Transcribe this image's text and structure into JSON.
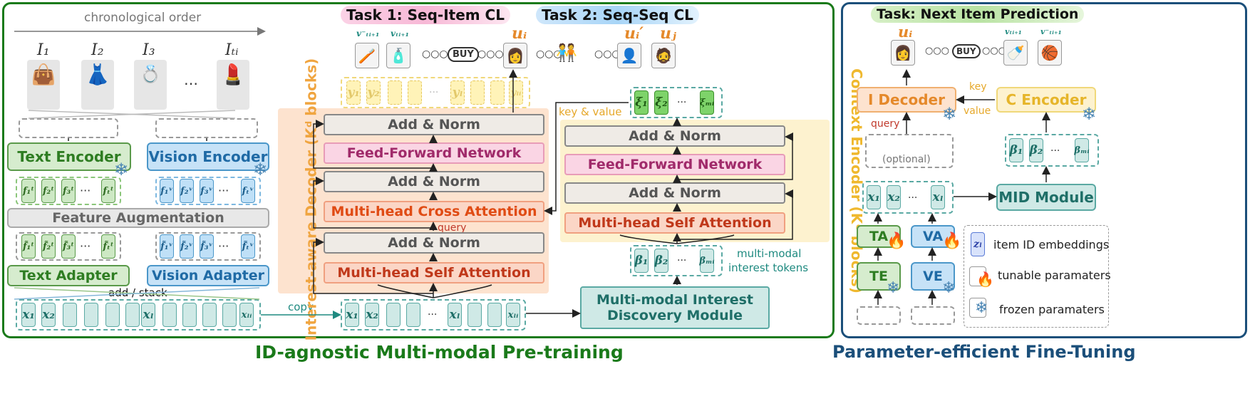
{
  "left_panel": {
    "title": "ID-agnostic Multi-modal Pre-training",
    "chron_label": "chronological order",
    "items": [
      "I₁",
      "I₂",
      "I₃",
      "…",
      "Iₜᵢ"
    ],
    "text_encoder": "Text Encoder",
    "vision_encoder": "Vision Encoder",
    "text_feats": [
      "f₁ᵗ",
      "f₂ᵗ",
      "f₃ᵗ",
      "···",
      "fₜᵗ"
    ],
    "vision_feats": [
      "f₁ᵛ",
      "f₂ᵛ",
      "f₃ᵛ",
      "···",
      "fₜᵛ"
    ],
    "feature_aug": "Feature Augmentation",
    "text_feats_aug": [
      "f̃₁ᵗ",
      "f̃₂ᵗ",
      "f̃₃ᵗ",
      "···",
      "f̃ₜᵗ"
    ],
    "vision_feats_aug": [
      "f̃₁ᵛ",
      "f̃₂ᵛ",
      "f̃₃ᵛ",
      "···",
      "f̃ₜᵛ"
    ],
    "text_adapter": "Text Adapter",
    "vision_adapter": "Vision Adapter",
    "add_stack": "add / stack",
    "seq_x": [
      "x₁",
      "x₂",
      "xₗ",
      "xₗᵢ"
    ],
    "copy": "copy"
  },
  "tasks": {
    "task1": "Task 1: Seq-Item CL",
    "task2": "Task 2: Seq-Seq CL",
    "v_neg": "v⁻ₜᵢ₊₁",
    "v_pos": "vₜᵢ₊₁",
    "u_i": "uᵢ",
    "u_i_prime": "uᵢ′",
    "u_j": "uⱼ",
    "buy": "BUY"
  },
  "decoder": {
    "side_label": "Interest-aware Decoder (Kᵈ blocks)",
    "add_norm": "Add & Norm",
    "ffn": "Feed-Forward Network",
    "cross_attn": "Multi-head Cross Attention",
    "self_attn": "Multi-head Self Attention",
    "query": "query",
    "y_tokens": [
      "y₁",
      "y₂",
      "···",
      "yₗ",
      "yₗᵢ"
    ],
    "x_tokens": [
      "x₁",
      "x₂",
      "···",
      "xₗ",
      "xₗᵢ"
    ]
  },
  "encoder": {
    "side_label": "Context Encoder (Kᵉ blocks)",
    "key_value": "key & value",
    "xi_tokens": [
      "ξ₁",
      "ξ₂",
      "···",
      "ξₘᵢ"
    ],
    "add_norm": "Add & Norm",
    "ffn": "Feed-Forward Network",
    "self_attn": "Multi-head Self Attention",
    "beta_tokens": [
      "β₁",
      "β₂",
      "···",
      "βₘᵢ"
    ],
    "interest_label_1": "multi-modal",
    "interest_label_2": "interest tokens",
    "mid_module_1": "Multi-modal Interest",
    "mid_module_2": "Discovery Module"
  },
  "right_panel": {
    "title": "Parameter-efficient Fine-Tuning",
    "task": "Task: Next Item Prediction",
    "u_i": "uᵢ",
    "v_pos": "vₜᵢ₊₁",
    "v_neg": "v⁻ₜᵢ₊₁",
    "buy": "BUY",
    "i_decoder": "I Decoder",
    "c_encoder": "C Encoder",
    "key": "key",
    "value": "value",
    "query": "query",
    "optional": "(optional)",
    "beta_tokens": [
      "β₁",
      "β₂",
      "···",
      "βₘᵢ"
    ],
    "x_tokens": [
      "x₁",
      "x₂",
      "···",
      "xₗ"
    ],
    "mid_module": "MID Module",
    "ta": "TA",
    "va": "VA",
    "te": "TE",
    "ve": "VE",
    "legend": {
      "item_id": "item ID embeddings",
      "z_label": "zₗ",
      "tunable": "tunable paramaters",
      "frozen": "frozen paramaters"
    }
  },
  "colors": {
    "green_border": "#1a7a1a",
    "navy_border": "#1b4f7a",
    "text_green": "#2e8b2e",
    "text_blue": "#1f6aa5",
    "teal": "#1f8a80"
  }
}
